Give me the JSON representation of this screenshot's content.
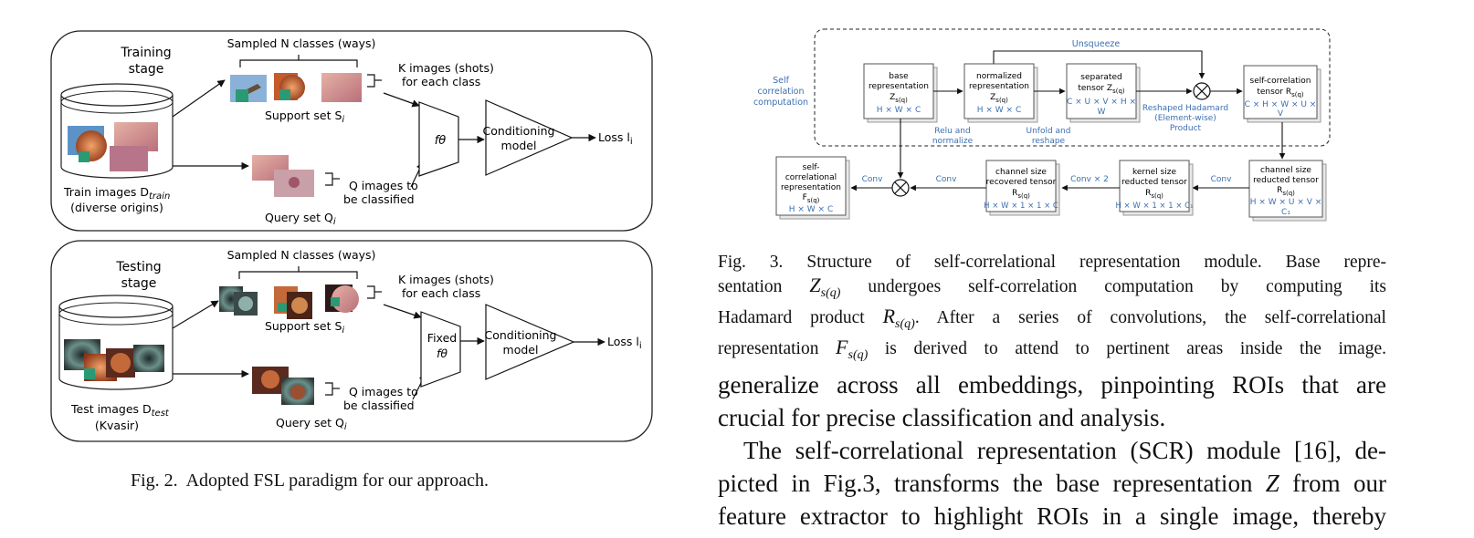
{
  "fig2": {
    "training": {
      "stage_label": [
        "Training",
        "stage"
      ],
      "sampled": "Sampled N classes (ways)",
      "shots": [
        "K images (shots)",
        "for each class"
      ],
      "support": "Support set S",
      "support_sub": "i",
      "query_images": [
        "Q images to",
        "be classified"
      ],
      "query": "Query set Q",
      "query_sub": "i",
      "db_label": "Train images D",
      "db_sub": "train",
      "db_origin": "(diverse origins)",
      "extractor": "fθ",
      "model": [
        "Conditioning",
        "model"
      ],
      "loss": "Loss l",
      "loss_sub": "i"
    },
    "testing": {
      "stage_label": [
        "Testing",
        "stage"
      ],
      "sampled": "Sampled N classes (ways)",
      "shots": [
        "K images (shots)",
        "for each class"
      ],
      "support": "Support set S",
      "support_sub": "i",
      "query_images": [
        "Q images to",
        "be classified"
      ],
      "query": "Query set Q",
      "query_sub": "i",
      "db_label": "Test images D",
      "db_sub": "test",
      "db_origin": "(Kvasir)",
      "extractor": [
        "Fixed",
        "fθ"
      ],
      "model": [
        "Conditioning",
        "model"
      ],
      "loss": "Loss l",
      "loss_sub": "i"
    },
    "caption": "Fig. 2.  Adopted FSL paradigm for our approach."
  },
  "fig3": {
    "region_label": [
      "Self",
      "correlation",
      "computation"
    ],
    "unsqueeze": "Unsqueeze",
    "boxes": {
      "base": {
        "lines": [
          "base",
          "representation"
        ],
        "sym": "Z",
        "sub": "s(q)",
        "dims": "H × W × C"
      },
      "normalized": {
        "lines": [
          "normalized",
          "representation"
        ],
        "sym": "Z",
        "sub": "s(q)",
        "dims": "H × W × C"
      },
      "separated": {
        "lines": [
          "separated"
        ],
        "sym": "tensor Z",
        "sub": "s(q)",
        "dims": [
          "C × U × V × H ×",
          "W"
        ]
      },
      "selfcorr": {
        "lines": [
          "self-correlation"
        ],
        "sym": "tensor R",
        "sub": "s(q)",
        "dims": [
          "C × H × W × U ×",
          "V"
        ]
      },
      "channel_red": {
        "lines": [
          "channel size",
          "reducted tensor"
        ],
        "sym": "R",
        "sub": "s(q)",
        "dims": [
          "H × W × U × V ×",
          "C₁"
        ]
      },
      "kernel_red": {
        "lines": [
          "kernel size",
          "reducted tensor"
        ],
        "sym": "R",
        "sub": "s(q)",
        "dims": [
          "H × W × 1 × 1 × C₁"
        ]
      },
      "channel_rec": {
        "lines": [
          "channel size",
          "recovered tensor"
        ],
        "sym": "R",
        "sub": "s(q)",
        "dims": [
          "H × W × 1 × 1 × C"
        ]
      },
      "scr": {
        "lines": [
          "self-",
          "correlational",
          "representation"
        ],
        "sym": "F",
        "sub": "s(q)",
        "dims": "H × W × C"
      }
    },
    "edges": {
      "relu": [
        "Relu and",
        "normalize"
      ],
      "unfold": [
        "Unfold and",
        "reshape"
      ],
      "hadamard": [
        "Reshaped Hadamard",
        "(Element-wise)",
        "Product"
      ],
      "conv1": "Conv",
      "conv2": "Conv × 2",
      "conv3": "Conv",
      "conv4": "Conv"
    },
    "caption_lines": [
      "Fig. 3.  Structure of self-correlational representation module. Base repre-",
      "sentation Z_{s(q)} undergoes self-correlation computation by computing its",
      "Hadamard product R_{s(q)}. After a series of convolutions, the self-correlational",
      "representation F_{s(q)} is derived to attend to pertinent areas inside the image."
    ],
    "caption": {
      "l1": "Fig. 3.  Structure of self-correlational representation module. Base repre-",
      "l2a": "sentation ",
      "l2b": " undergoes self-correlation computation by computing its",
      "l3a": "Hadamard product ",
      "l3b": ". After a series of convolutions, the self-correlational",
      "l4a": "representation ",
      "l4b": " is derived to attend to pertinent areas inside the image."
    }
  },
  "body": {
    "p1": [
      "generalize across all embeddings, pinpointing ROIs that are",
      "crucial for precise classification and analysis."
    ],
    "p2": [
      "The self-correlational representation (SCR) module [16], de-",
      "picted in Fig.3, transforms the base representation ",
      " from our",
      "feature extractor to highlight ROIs in a single image, thereby"
    ]
  }
}
